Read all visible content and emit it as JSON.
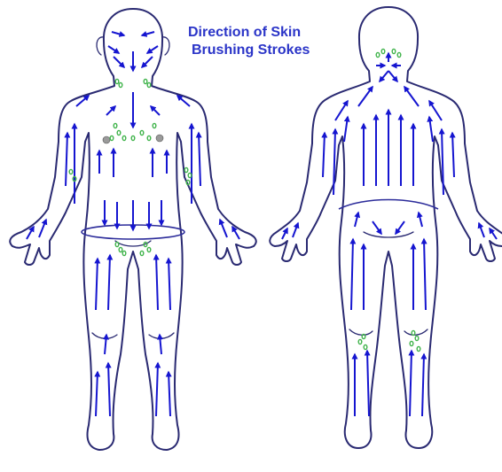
{
  "title": {
    "line1": "Direction of Skin",
    "line2": "Brushing Strokes"
  },
  "colors": {
    "title": "#2b35c8",
    "arrow": "#1515d0",
    "outline": "#2a2a72",
    "lymph_node": "#3fb34a",
    "background": "#ffffff"
  },
  "figures": [
    {
      "view": "front"
    },
    {
      "view": "back"
    }
  ]
}
